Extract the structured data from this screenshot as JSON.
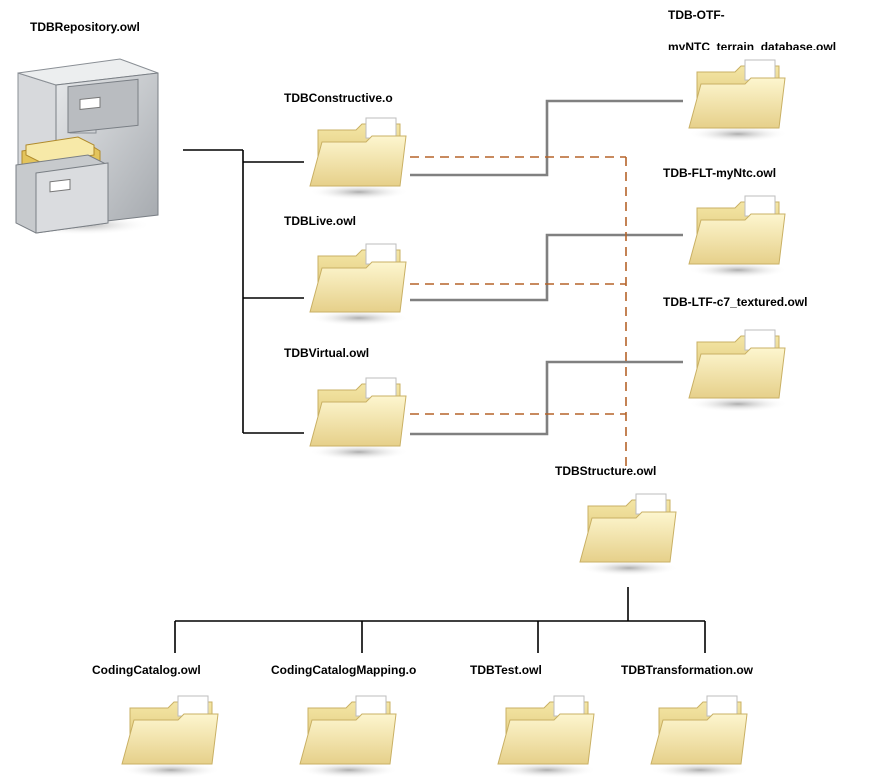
{
  "repository": {
    "label": "TDBRepository.owl",
    "icon": "file-cabinet-icon"
  },
  "mid_nodes": [
    {
      "id": "constructive",
      "label": "TDBConstructive.o"
    },
    {
      "id": "live",
      "label": "TDBLive.owl"
    },
    {
      "id": "virtual",
      "label": "TDBVirtual.owl"
    }
  ],
  "right_nodes": [
    {
      "id": "otf",
      "label_line1": "TDB-OTF-",
      "label_line2": "myNTC_terrain_database.owl"
    },
    {
      "id": "flt",
      "label": "TDB-FLT-myNtc.owl"
    },
    {
      "id": "ltf",
      "label": "TDB-LTF-c7_textured.owl"
    }
  ],
  "structure": {
    "label": "TDBStructure.owl"
  },
  "bottom_nodes": [
    {
      "id": "coding",
      "label": "CodingCatalog.owl"
    },
    {
      "id": "mapping",
      "label": "CodingCatalogMapping.o"
    },
    {
      "id": "test",
      "label": "TDBTest.owl"
    },
    {
      "id": "transformation",
      "label": "TDBTransformation.ow"
    }
  ],
  "colors": {
    "tree_line": "#000000",
    "link_line": "#808080",
    "dashed_line": "#b5642a",
    "folder_light": "#fbf2c2",
    "folder_dark": "#e3cc7d"
  }
}
